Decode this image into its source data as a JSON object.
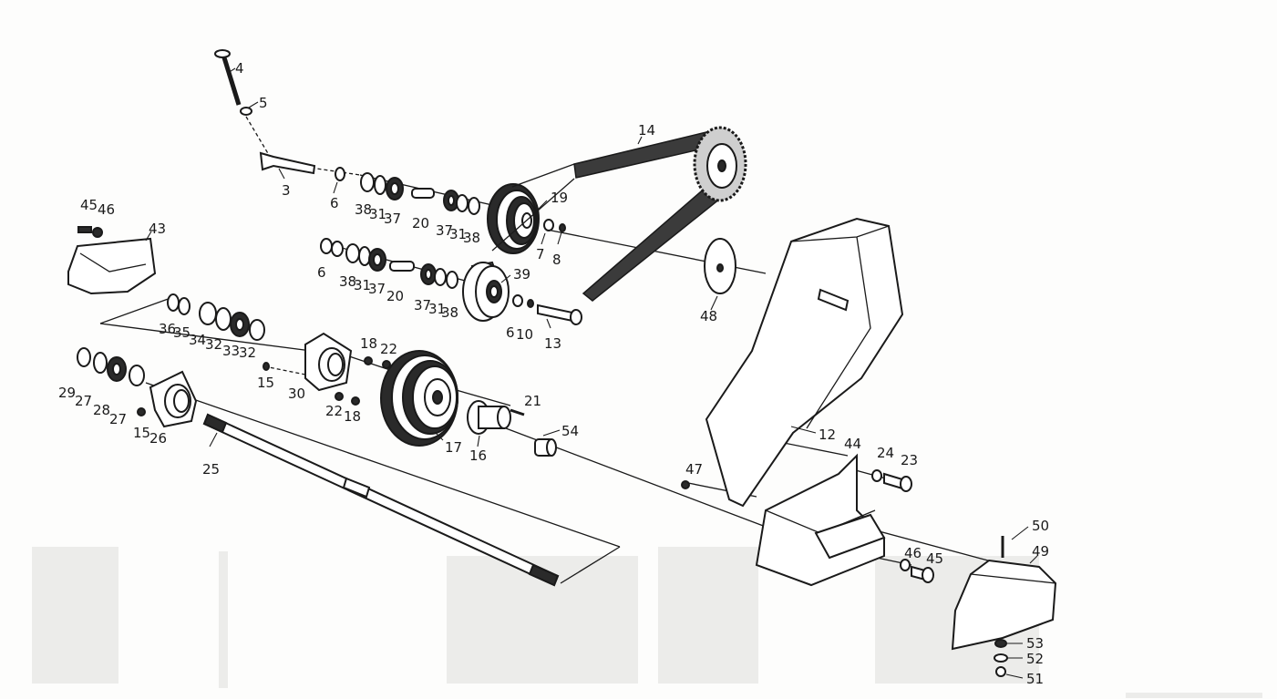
{
  "diagram": {
    "callouts": [
      {
        "id": "c4",
        "text": "4"
      },
      {
        "id": "c5",
        "text": "5"
      },
      {
        "id": "c3",
        "text": "3"
      },
      {
        "id": "c6a",
        "text": "6"
      },
      {
        "id": "c38a",
        "text": "38"
      },
      {
        "id": "c31a",
        "text": "31"
      },
      {
        "id": "c37a",
        "text": "37"
      },
      {
        "id": "c20a",
        "text": "20"
      },
      {
        "id": "c37b",
        "text": "37"
      },
      {
        "id": "c31b",
        "text": "31"
      },
      {
        "id": "c38b",
        "text": "38"
      },
      {
        "id": "c19",
        "text": "19"
      },
      {
        "id": "c14",
        "text": "14"
      },
      {
        "id": "c7",
        "text": "7"
      },
      {
        "id": "c8",
        "text": "8"
      },
      {
        "id": "c45a",
        "text": "45"
      },
      {
        "id": "c46a",
        "text": "46"
      },
      {
        "id": "c43",
        "text": "43"
      },
      {
        "id": "c6b",
        "text": "6"
      },
      {
        "id": "c38c",
        "text": "38"
      },
      {
        "id": "c31c",
        "text": "31"
      },
      {
        "id": "c37c",
        "text": "37"
      },
      {
        "id": "c20b",
        "text": "20"
      },
      {
        "id": "c37d",
        "text": "37"
      },
      {
        "id": "c31d",
        "text": "31"
      },
      {
        "id": "c38d",
        "text": "38"
      },
      {
        "id": "c39",
        "text": "39"
      },
      {
        "id": "c6c",
        "text": "6"
      },
      {
        "id": "c10",
        "text": "10"
      },
      {
        "id": "c13",
        "text": "13"
      },
      {
        "id": "c48",
        "text": "48"
      },
      {
        "id": "c36",
        "text": "36"
      },
      {
        "id": "c35",
        "text": "35"
      },
      {
        "id": "c34",
        "text": "34"
      },
      {
        "id": "c32a",
        "text": "32"
      },
      {
        "id": "c33",
        "text": "33"
      },
      {
        "id": "c32b",
        "text": "32"
      },
      {
        "id": "c18a",
        "text": "18"
      },
      {
        "id": "c22a",
        "text": "22"
      },
      {
        "id": "c15a",
        "text": "15"
      },
      {
        "id": "c30",
        "text": "30"
      },
      {
        "id": "c22b",
        "text": "22"
      },
      {
        "id": "c18b",
        "text": "18"
      },
      {
        "id": "c29",
        "text": "29"
      },
      {
        "id": "c27a",
        "text": "27"
      },
      {
        "id": "c28",
        "text": "28"
      },
      {
        "id": "c27b",
        "text": "27"
      },
      {
        "id": "c15b",
        "text": "15"
      },
      {
        "id": "c26",
        "text": "26"
      },
      {
        "id": "c25",
        "text": "25"
      },
      {
        "id": "c17",
        "text": "17"
      },
      {
        "id": "c16",
        "text": "16"
      },
      {
        "id": "c21",
        "text": "21"
      },
      {
        "id": "c54",
        "text": "54"
      },
      {
        "id": "c12",
        "text": "12"
      },
      {
        "id": "c44",
        "text": "44"
      },
      {
        "id": "c24",
        "text": "24"
      },
      {
        "id": "c23",
        "text": "23"
      },
      {
        "id": "c47",
        "text": "47"
      },
      {
        "id": "c50",
        "text": "50"
      },
      {
        "id": "c49",
        "text": "49"
      },
      {
        "id": "c46b",
        "text": "46"
      },
      {
        "id": "c45b",
        "text": "45"
      },
      {
        "id": "c53",
        "text": "53"
      },
      {
        "id": "c52",
        "text": "52"
      },
      {
        "id": "c51",
        "text": "51"
      }
    ]
  }
}
